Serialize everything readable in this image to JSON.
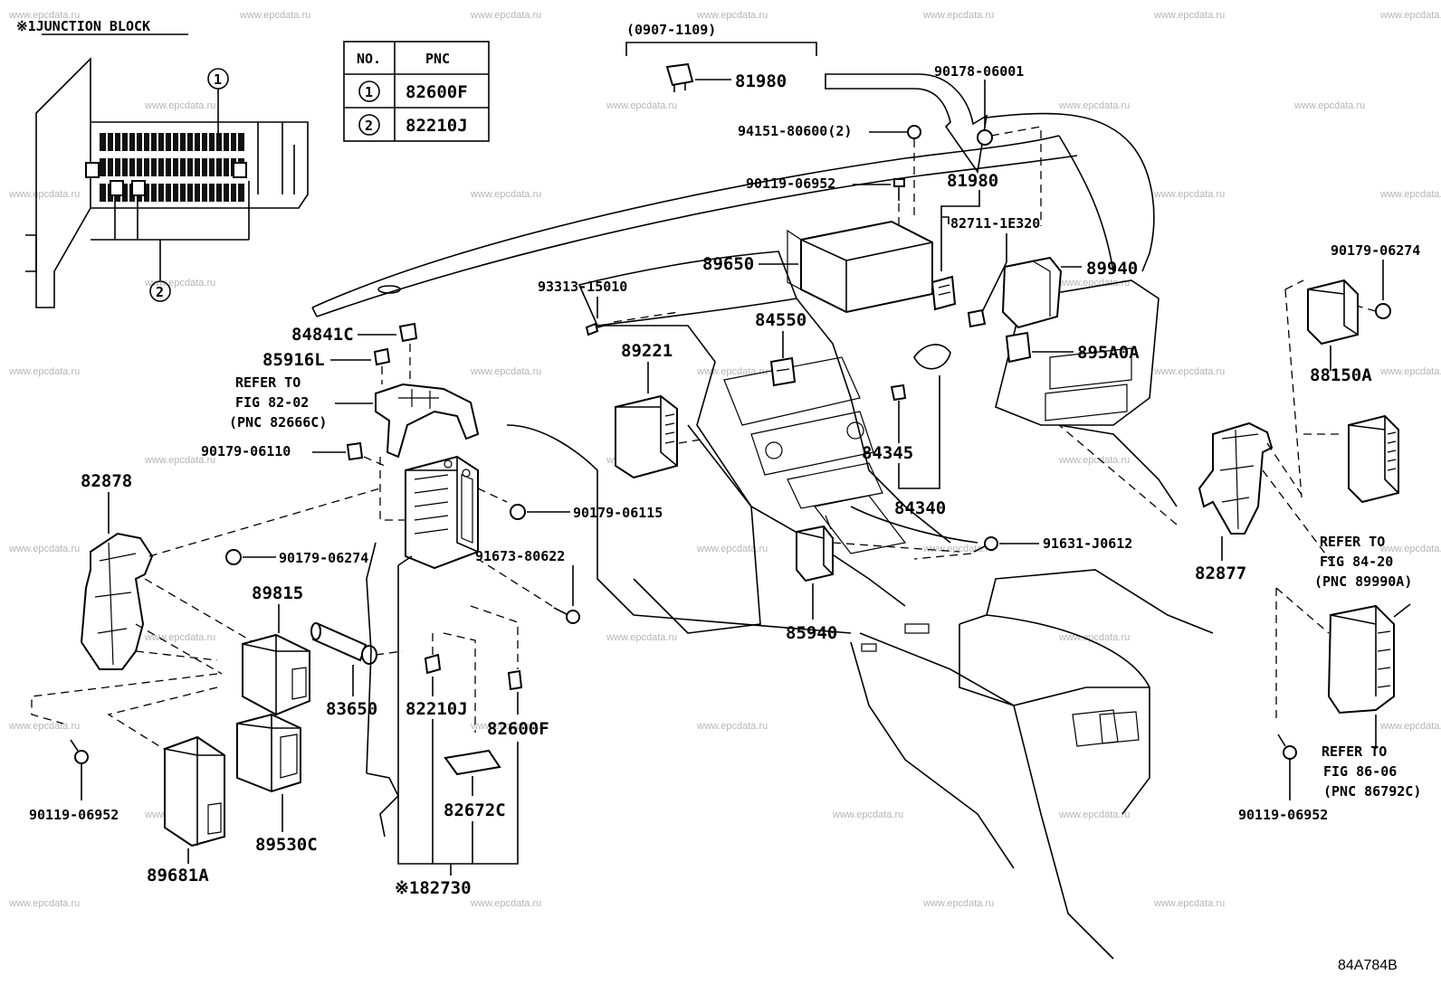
{
  "diagram_code": "84A784B",
  "watermark": "www.epcdata.ru",
  "junction_block": {
    "title": "※1JUNCTION BLOCK",
    "callout_1": "1",
    "callout_2": "2"
  },
  "legend_table": {
    "headers": [
      "NO.",
      "PNC"
    ],
    "rows": [
      {
        "no": "1",
        "pnc": "82600F"
      },
      {
        "no": "2",
        "pnc": "82210J"
      }
    ]
  },
  "date_range": "(0907-1109)",
  "parts": {
    "p81980a": "81980",
    "p94151": "94151-80600(2)",
    "p90119a": "90119-06952",
    "p81980b": "81980",
    "p90178": "90178-06001",
    "p82711": "82711-1E320",
    "p89650": "89650",
    "p89940": "89940",
    "p90179_06274a": "90179-06274",
    "p93313": "93313-15010",
    "p84550": "84550",
    "p84841": "84841C",
    "p85916": "85916L",
    "p89221": "89221",
    "p895a0a": "895A0A",
    "p88150a": "88150A",
    "p90179_06110": "90179-06110",
    "p84345": "84345",
    "p82878": "82878",
    "p90179_06115": "90179-06115",
    "p84340": "84340",
    "p91631": "91631-J0612",
    "p91673": "91673-80622",
    "p90179_06274b": "90179-06274",
    "p82877": "82877",
    "p89815": "89815",
    "p85940": "85940",
    "p83650": "83650",
    "p82210j": "82210J",
    "p82600f": "82600F",
    "p90119b": "90119-06952",
    "p89530c": "89530C",
    "p82672c": "82672C",
    "p89681a": "89681A",
    "p82730": "※182730",
    "p90119c": "90119-06952"
  },
  "refs": {
    "r82": [
      "REFER TO",
      "FIG 82-02",
      "(PNC 82666C)"
    ],
    "r84": [
      "REFER TO",
      "FIG 84-20",
      "(PNC 89990A)"
    ],
    "r86": [
      "REFER TO",
      "FIG 86-06",
      "(PNC 86792C)"
    ]
  }
}
